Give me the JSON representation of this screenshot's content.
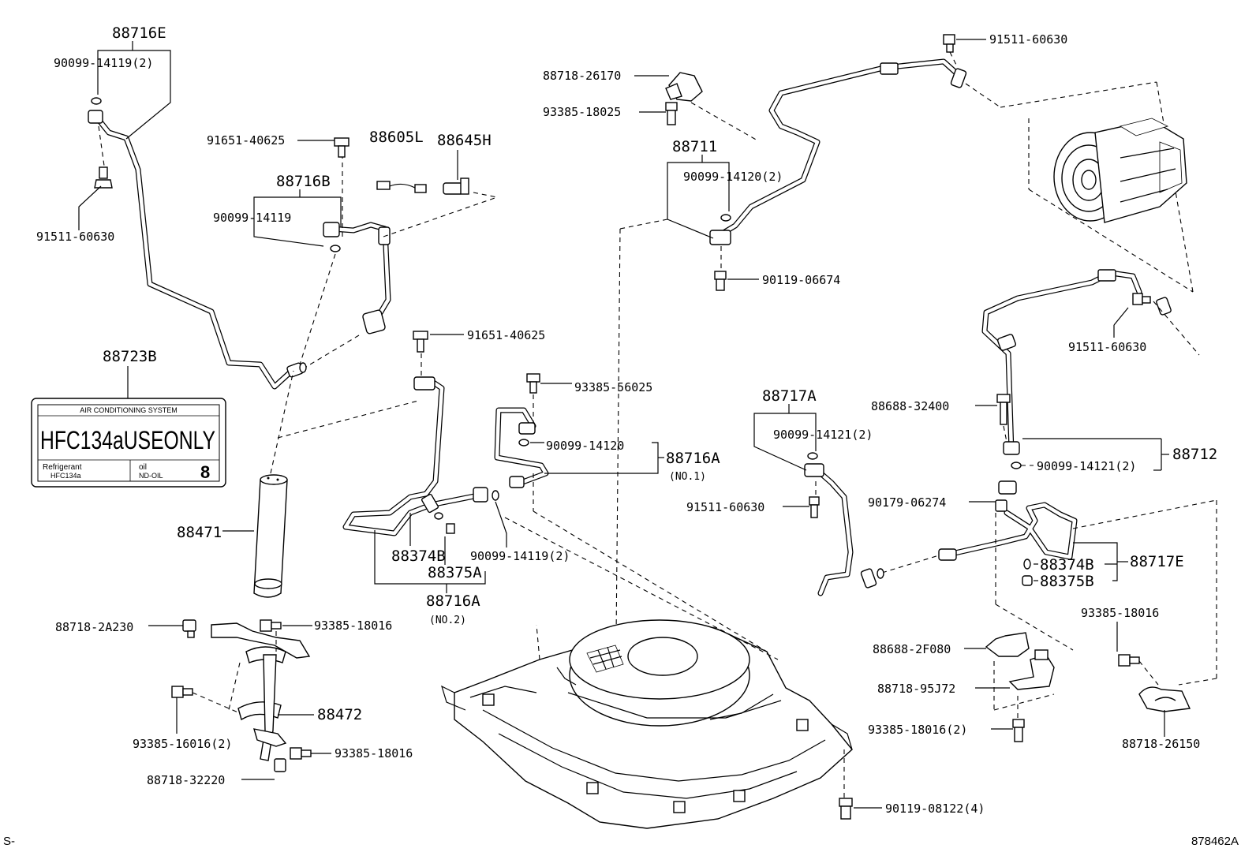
{
  "labels": {
    "p88716E": "88716E",
    "p90099_14119_2_a": "90099-14119(2)",
    "p91511_60630_a": "91511-60630",
    "p91651_40625_a": "91651-40625",
    "p88605L": "88605L",
    "p88645H": "88645H",
    "p88716B": "88716B",
    "p90099_14119_a": "90099-14119",
    "p88723B": "88723B",
    "p91651_40625_b": "91651-40625",
    "p93385_56025": "93385-56025",
    "p90099_14120_a": "90099-14120",
    "p88716A_1": "88716A",
    "p88716A_1_sub": "(NO.1)",
    "p88471": "88471",
    "p88374B_a": "88374B",
    "p88375A": "88375A",
    "p90099_14119_2_b": "90099-14119(2)",
    "p88716A_2": "88716A",
    "p88716A_2_sub": "(NO.2)",
    "p88718_2A230": "88718-2A230",
    "p93385_18016_a": "93385-18016",
    "p88472": "88472",
    "p93385_16016_2": "93385-16016(2)",
    "p93385_18016_b": "93385-18016",
    "p88718_32220": "88718-32220",
    "p88718_26170": "88718-26170",
    "p93385_18025": "93385-18025",
    "p88711": "88711",
    "p90099_14120_2": "90099-14120(2)",
    "p90119_06674": "90119-06674",
    "p91511_60630_b": "91511-60630",
    "p91511_60630_c": "91511-60630",
    "p88717A": "88717A",
    "p90099_14121_2_a": "90099-14121(2)",
    "p91511_60630_d": "91511-60630",
    "p88688_32400": "88688-32400",
    "p88712": "88712",
    "p90099_14121_2_b": "90099-14121(2)",
    "p90179_06274": "90179-06274",
    "p88374B_b": "88374B",
    "p88717E": "88717E",
    "p88375B": "88375B",
    "p93385_18016_c": "93385-18016",
    "p88688_2F080": "88688-2F080",
    "p88718_95J72": "88718-95J72",
    "p93385_18016_2": "93385-18016(2)",
    "p88718_26150": "88718-26150",
    "p90119_08122_4": "90119-08122(4)"
  },
  "sticker": {
    "heading": "AIR CONDITIONING SYSTEM",
    "main": "HFC134aUSEONLY",
    "refrigerant_label": "Refrigerant",
    "refrigerant_value": "HFC134a",
    "oil_label": "oil",
    "oil_value": "ND-OIL",
    "oil_number": "8"
  },
  "footer": {
    "prefix": "S-",
    "code": "878462A"
  }
}
